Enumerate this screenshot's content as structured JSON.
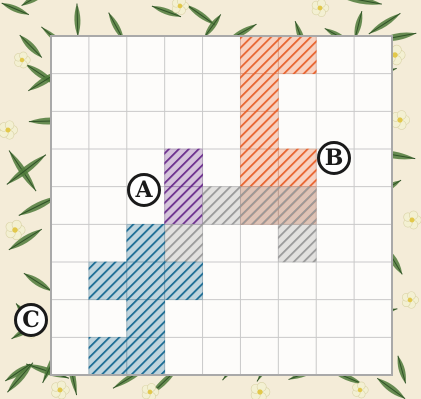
{
  "board": {
    "columns": 9,
    "rows": 9,
    "colors": {
      "paper": "#fdfcfa",
      "grid": "#c9c9c9",
      "frame": "#a9a9a9"
    }
  },
  "background": {
    "color": "#f4ecd8",
    "leaf_color": "#4e7a3a",
    "flower_color": "#f3f0d2"
  },
  "pieces": [
    {
      "id": "orange",
      "color": "#e8642f",
      "cells": [
        [
          5,
          0
        ],
        [
          6,
          0
        ],
        [
          5,
          1
        ],
        [
          5,
          2
        ],
        [
          5,
          3
        ],
        [
          6,
          3
        ],
        [
          5,
          4
        ],
        [
          6,
          4
        ]
      ]
    },
    {
      "id": "purple",
      "color": "#6c2f8d",
      "cells": [
        [
          3,
          3
        ],
        [
          3,
          4
        ]
      ]
    },
    {
      "id": "gray",
      "color": "#9a9a9a",
      "cells": [
        [
          3,
          5
        ],
        [
          4,
          4
        ],
        [
          5,
          4
        ],
        [
          6,
          4
        ],
        [
          6,
          5
        ]
      ]
    },
    {
      "id": "blue",
      "color": "#1b6c94",
      "cells": [
        [
          2,
          5
        ],
        [
          1,
          6
        ],
        [
          2,
          6
        ],
        [
          3,
          6
        ],
        [
          2,
          7
        ],
        [
          2,
          8
        ],
        [
          1,
          8
        ]
      ]
    }
  ],
  "labels": [
    {
      "id": "A",
      "text": "A"
    },
    {
      "id": "B",
      "text": "B"
    },
    {
      "id": "C",
      "text": "C"
    }
  ]
}
